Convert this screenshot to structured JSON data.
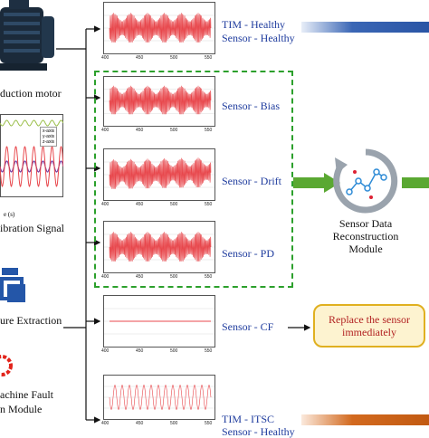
{
  "left": {
    "motor_caption": "duction motor",
    "vib_caption": "ibration Signal",
    "time_axis": "e (s)",
    "legend": [
      "x-axis",
      "y-axis",
      "z-axis"
    ],
    "feature_caption": "ure Extraction",
    "fault_line1": "achine Fault",
    "fault_line2": "n Module"
  },
  "plots": [
    {
      "label1": "TIM - Healthy",
      "label2": "Sensor - Healthy",
      "kind": "healthy"
    },
    {
      "label1": "Sensor - Bias",
      "kind": "bias"
    },
    {
      "label1": "Sensor - Drift",
      "kind": "drift"
    },
    {
      "label1": "Sensor - PD",
      "kind": "pd"
    },
    {
      "label1": "Sensor - CF",
      "kind": "cf"
    },
    {
      "label1": "TIM - ITSC",
      "label2": "Sensor - Healthy",
      "kind": "itsc"
    }
  ],
  "xticks": [
    "400",
    "450",
    "500",
    "550"
  ],
  "reconstruction": {
    "line1": "Sensor Data",
    "line2": "Reconstruction",
    "line3": "Module"
  },
  "replace_box": {
    "line1": "Replace the sensor",
    "line2": "immediately"
  },
  "colors": {
    "signal": "#e8474c",
    "label_blue": "#1f3c9e",
    "dashed_box": "#2ca02c",
    "bar_blue": "#3a66b5",
    "bar_orange": "#d2691e",
    "replace_fill": "#fdf3d0",
    "replace_border": "#e0b020"
  }
}
